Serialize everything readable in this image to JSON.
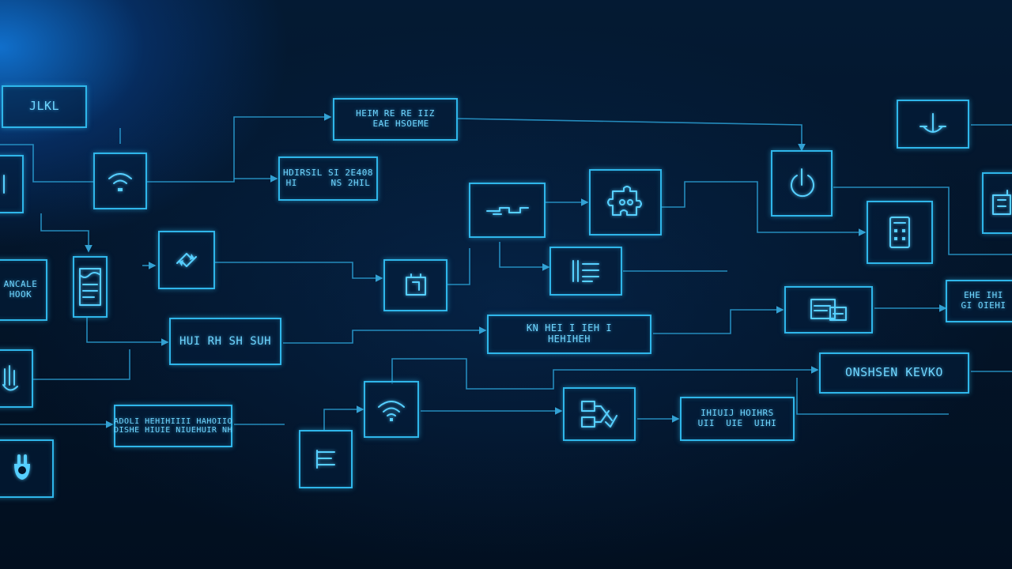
{
  "theme": {
    "accent": "#2fb6ea",
    "glow": "#56cfff",
    "background": "#031428"
  },
  "nodes": {
    "n01": {
      "label": "JLKL",
      "icon": ""
    },
    "n02": {
      "label": "",
      "icon": "wifi-icon"
    },
    "n03": {
      "label": "",
      "icon": "bracket-icon"
    },
    "n04": {
      "label": "HEIM RE RE IIZ\n  EAE HSOEME",
      "icon": ""
    },
    "n05": {
      "label": "HDIRSIL SI 2E408\nHI      NS 2HIL",
      "icon": ""
    },
    "n06": {
      "label": "ANCALE\nHOOK",
      "icon": ""
    },
    "n07": {
      "label": "",
      "icon": "document-icon"
    },
    "n08": {
      "label": "",
      "icon": "sync-icon"
    },
    "n09": {
      "label": "",
      "icon": "connector-icon"
    },
    "n10": {
      "label": "",
      "icon": "puzzle-icon"
    },
    "n11": {
      "label": "",
      "icon": "power-icon"
    },
    "n12": {
      "label": "",
      "icon": "anchor-icon"
    },
    "n13": {
      "label": "",
      "icon": "file-icon"
    },
    "n14": {
      "label": "",
      "icon": "list-icon"
    },
    "n15": {
      "label": "",
      "icon": "calculator-icon"
    },
    "n16": {
      "label": "",
      "icon": "chip-icon"
    },
    "n17": {
      "label": "HUI RH SH SUH",
      "icon": ""
    },
    "n18": {
      "label": "KN HEI I IEH I\nHEHIHEH",
      "icon": ""
    },
    "n19": {
      "label": "",
      "icon": "terminal-icon"
    },
    "n20": {
      "label": "EHE IHI\nGI OIEHI",
      "icon": ""
    },
    "n21": {
      "label": "",
      "icon": "hand-icon"
    },
    "n22": {
      "label": "ONSHSEN KEVKO",
      "icon": ""
    },
    "n23": {
      "label": "ADOLI HEHIHIIII HAHOIIO\nDISHE HIUIE NIUEHUIR NH",
      "icon": ""
    },
    "n24": {
      "label": "",
      "icon": "wifi-icon"
    },
    "n25": {
      "label": "",
      "icon": "network-icon"
    },
    "n26": {
      "label": "IHIUIJ HOIHRS\nUII  UIE  UIHI",
      "icon": ""
    },
    "n27": {
      "label": "",
      "icon": "table-icon"
    },
    "n28": {
      "label": "",
      "icon": "plug-icon"
    }
  }
}
